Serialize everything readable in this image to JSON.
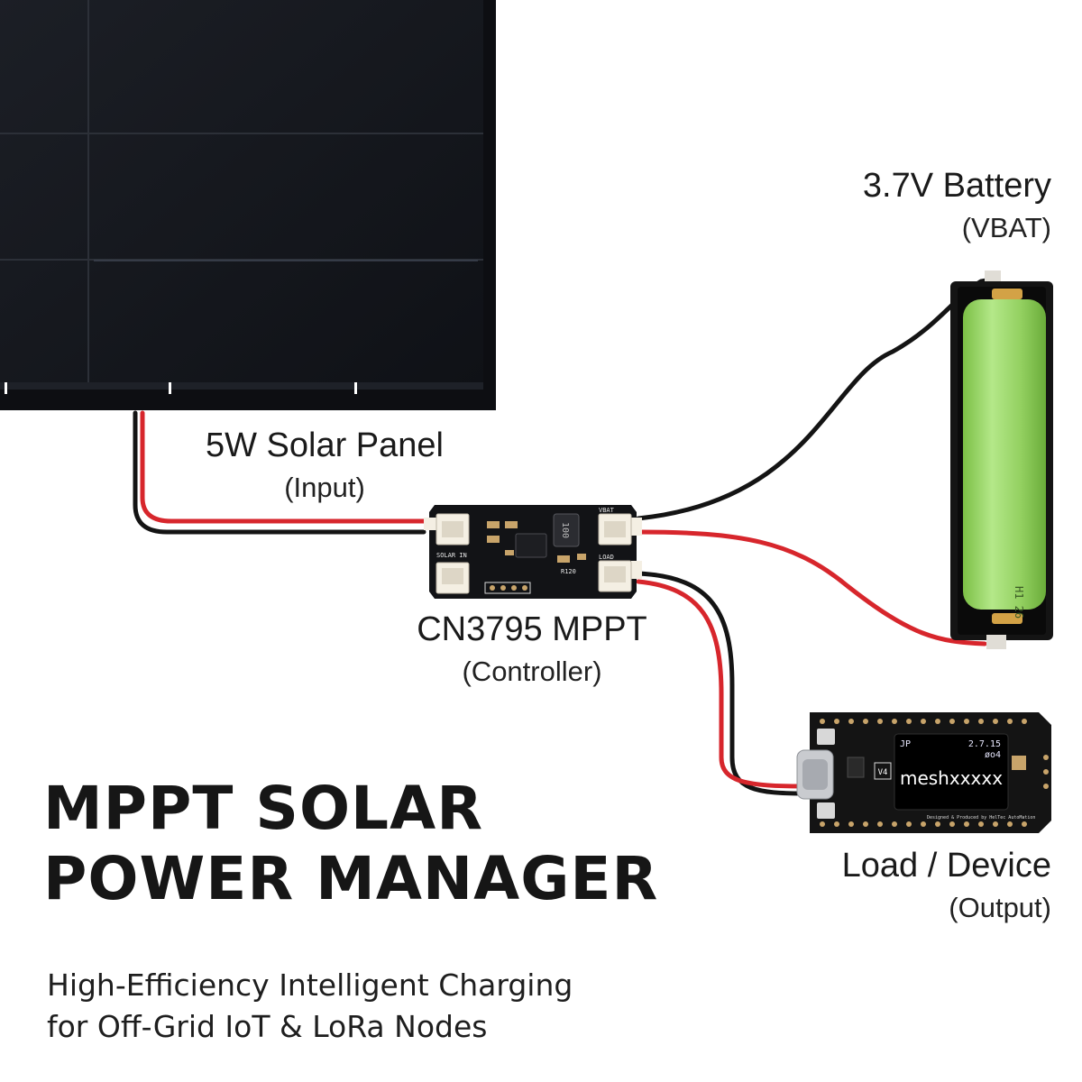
{
  "components": {
    "solar_panel": {
      "title": "5W Solar Panel",
      "role": "(Input)"
    },
    "controller": {
      "title": "CN3795 MPPT",
      "role": "(Controller)"
    },
    "battery": {
      "title": "3.7V Battery",
      "role": "(VBAT)"
    },
    "load": {
      "title": "Load / Device",
      "role": "(Output)"
    }
  },
  "pcb": {
    "port_solar": "SOLAR IN",
    "port_bat": "VBAT",
    "port_load": "LOAD",
    "inductor": "100",
    "resistor": "R120"
  },
  "cell_marking": "H1 26",
  "device": {
    "screen_region": "JP",
    "screen_version": "2.7.15",
    "screen_status": "øo4",
    "screen_name": "meshxxxxx",
    "board_version": "V4",
    "credit": "Designed & Produced by HelTec AutoMation"
  },
  "headline": {
    "line1": "MPPT SOLAR",
    "line2": "POWER MANAGER"
  },
  "tagline": {
    "line1": "High-Efficiency Intelligent Charging",
    "line2": "for Off-Grid IoT & LoRa Nodes"
  },
  "colors": {
    "wire_red": "#d7262c",
    "wire_black": "#141414",
    "panel": "#15171d",
    "cell": "#9fd66a",
    "oled": "#000000"
  }
}
